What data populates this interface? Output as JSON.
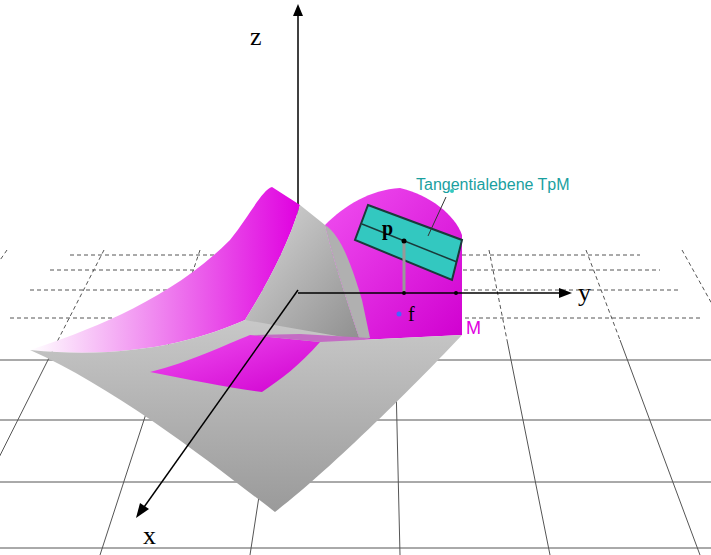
{
  "diagram": {
    "labels": [
      "z",
      "Tangentialebene TpM",
      "p",
      "y",
      "f",
      "M",
      "x"
    ]
  }
}
